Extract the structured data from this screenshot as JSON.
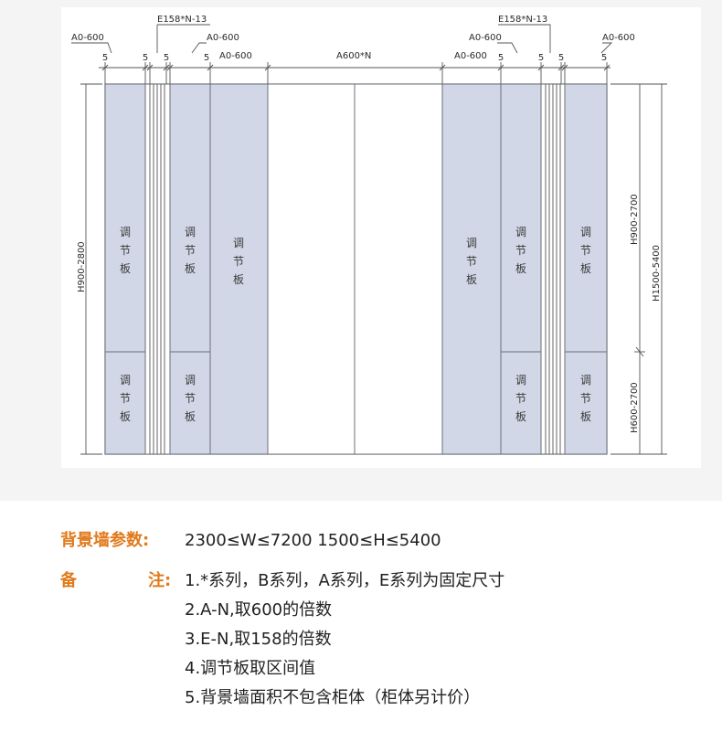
{
  "diagram": {
    "panel_label": "调节板",
    "top_labels": {
      "ao600": "A0-600",
      "e158": "E158*N-13",
      "a600n": "A600*N",
      "five": "5"
    },
    "side_labels": {
      "left_height": "H900-2800",
      "right_upper": "H900-2700",
      "right_lower": "H600-2700",
      "right_total": "H1500-5400"
    }
  },
  "params": {
    "label": "背景墙参数:",
    "value": "2300≤W≤7200 1500≤H≤5400"
  },
  "notes": {
    "label_chars": [
      "备",
      "注:"
    ],
    "items": [
      "1.*系列，B系列，A系列，E系列为固定尺寸",
      "2.A-N,取600的倍数",
      "3.E-N,取158的倍数",
      "4.调节板取区间值",
      "5.背景墙面积不包含柜体（柜体另计价）"
    ]
  },
  "colors": {
    "panel_fill": "#d1d7e6",
    "label_orange": "#e07a1c",
    "text_dark": "#222222"
  }
}
